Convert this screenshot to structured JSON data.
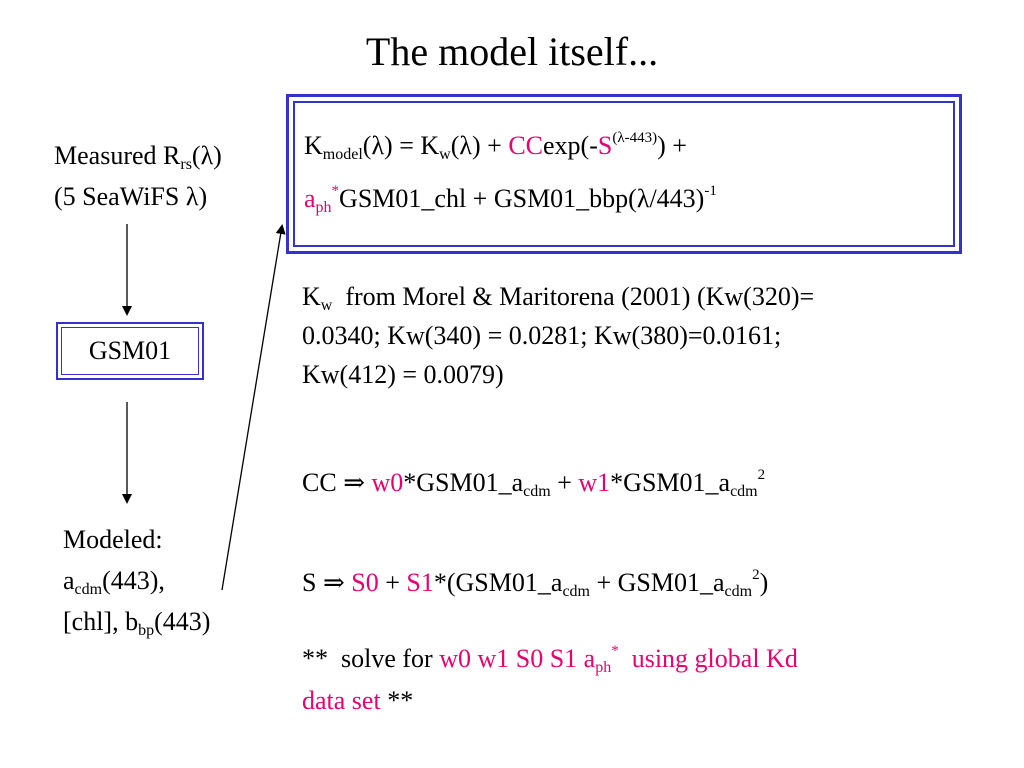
{
  "title": "The model itself...",
  "measured": {
    "line1_prefix": "Measured R",
    "rs_sub": "rs",
    "lambda_open": "(λ)",
    "line2": "(5 SeaWiFS λ)"
  },
  "gsm_box": {
    "label": "GSM01"
  },
  "modeled": {
    "line1": "Modeled:",
    "a": "a",
    "cdm_sub": "cdm",
    "a_rest": "(443),",
    "chl_b": "[chl], b",
    "bp_sub": "bp",
    "b_rest": "(443)"
  },
  "equation": {
    "k": "K",
    "model_sub": "model",
    "l1_a": "(λ) = K",
    "w_sub": "w",
    "l1_b": "(λ) + ",
    "cc": "CC",
    "l1_c": "exp(-",
    "s": "S",
    "s_sup": "(λ-443)",
    "l1_d": ") +",
    "aph_a": "a",
    "aph_sub": "ph",
    "aph_star": "*",
    "l2_a": "GSM01_chl + GSM01_bbp(λ/443)",
    "l2_sup": "-1"
  },
  "kw": {
    "k": "K",
    "w_sub": "w",
    "l1_rest": "  from Morel & Maritorena (2001) (Kw(320)=",
    "l2": "0.0340; Kw(340) = 0.0281; Kw(380)=0.0161;",
    "l3": "Kw(412) = 0.0079)"
  },
  "cc_line": {
    "cc": "CC ",
    "arrow": "⇒",
    "w0": " w0",
    "p1": "*GSM01_a",
    "cdm1": "cdm",
    "plus": " + ",
    "w1": "w1",
    "p2": "*GSM01_a",
    "cdm2": "cdm",
    "sq": "2"
  },
  "s_line": {
    "s": "S ",
    "arrow": "⇒",
    "s0": " S0",
    "plus": " + ",
    "s1": "S1",
    "p1": "*(GSM01_a",
    "cdm1": "cdm",
    "p2": " + GSM01_a",
    "cdm2": "cdm",
    "sq": "2",
    "close": ")"
  },
  "solve": {
    "pre": "**  solve for ",
    "vars": "w0 w1 S0 S1 a",
    "aph_sub": "ph",
    "star": "*",
    "mid": "  using global Kd",
    "line2_red": "data set",
    "line2_end": " **"
  },
  "colors": {
    "accent_red": "#e8006e",
    "box_blue": "#3333cc"
  }
}
